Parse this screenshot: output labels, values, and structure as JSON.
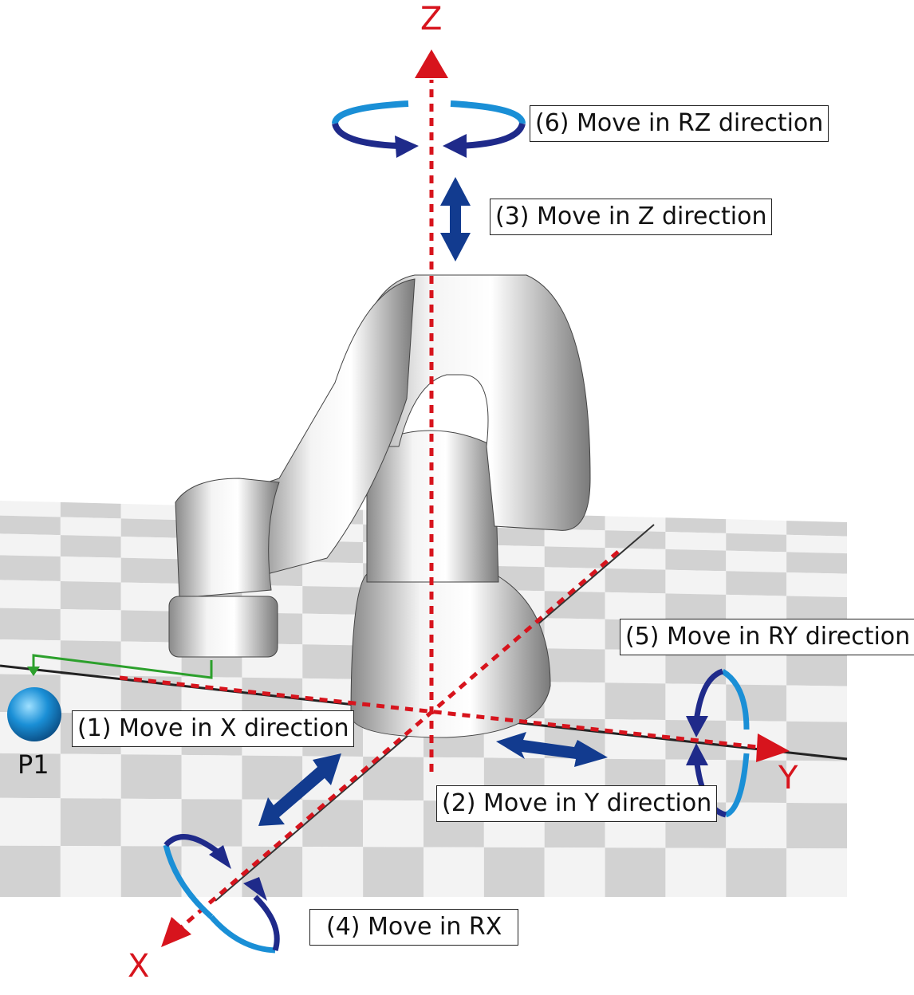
{
  "labels": {
    "rz": "(6) Move in RZ direction",
    "z": "(3) Move in Z direction",
    "ry": "(5) Move in RY direction",
    "x": "(1) Move in X direction",
    "y": "(2) Move in Y direction",
    "rx": "(4) Move in RX"
  },
  "axes": {
    "x": "X",
    "y": "Y",
    "z": "Z"
  },
  "point": "P1",
  "colors": {
    "axis": "#d7141d",
    "arrow_dark": "#1f2a8a",
    "arrow_light": "#1a8fd6",
    "move_arrow": "#123b8f",
    "path": "#2ca02c"
  }
}
